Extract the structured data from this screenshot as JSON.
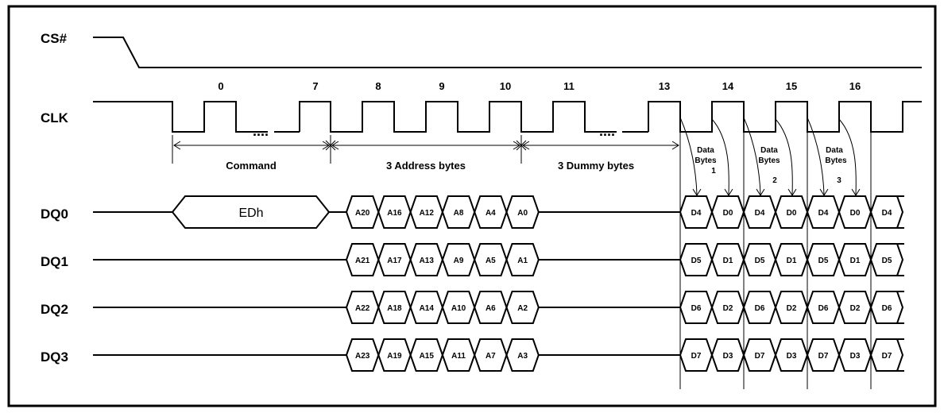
{
  "signals": {
    "cs": "CS#",
    "clk": "CLK",
    "dq0": "DQ0",
    "dq1": "DQ1",
    "dq2": "DQ2",
    "dq3": "DQ3"
  },
  "clock_numbers": [
    "0",
    "7",
    "8",
    "9",
    "10",
    "11",
    "13",
    "14",
    "15",
    "16"
  ],
  "phases": {
    "command": "Command",
    "address": "3 Address bytes",
    "dummy": "3 Dummy bytes"
  },
  "command_value": "EDh",
  "address_cells": {
    "dq0": [
      "A20",
      "A16",
      "A12",
      "A8",
      "A4",
      "A0"
    ],
    "dq1": [
      "A21",
      "A17",
      "A13",
      "A9",
      "A5",
      "A1"
    ],
    "dq2": [
      "A22",
      "A18",
      "A14",
      "A10",
      "A6",
      "A2"
    ],
    "dq3": [
      "A23",
      "A19",
      "A15",
      "A11",
      "A7",
      "A3"
    ]
  },
  "data_cells": {
    "dq0": [
      "D4",
      "D0",
      "D4",
      "D0",
      "D4",
      "D0",
      "D4"
    ],
    "dq1": [
      "D5",
      "D1",
      "D5",
      "D1",
      "D5",
      "D1",
      "D5"
    ],
    "dq2": [
      "D6",
      "D2",
      "D6",
      "D2",
      "D6",
      "D2",
      "D6"
    ],
    "dq3": [
      "D7",
      "D3",
      "D7",
      "D3",
      "D7",
      "D3",
      "D7"
    ]
  },
  "data_notes": [
    [
      "Data",
      "Bytes",
      "1"
    ],
    [
      "Data",
      "Bytes",
      "2"
    ],
    [
      "Data",
      "Bytes",
      "3"
    ]
  ],
  "dots": "...."
}
